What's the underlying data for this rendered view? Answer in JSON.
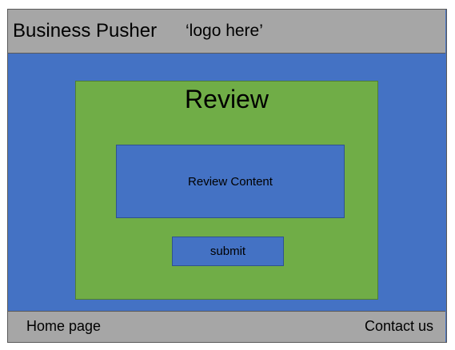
{
  "header": {
    "brand": "Business Pusher",
    "logo_placeholder": "‘logo here’"
  },
  "review": {
    "title": "Review",
    "content_label": "Review Content",
    "submit_label": "submit"
  },
  "footer": {
    "home_link": "Home page",
    "contact_link": "Contact us"
  },
  "colors": {
    "header_footer_gray": "#a6a6a6",
    "background_blue": "#4472c4",
    "panel_green": "#70ad47",
    "border_dark": "#5a5a5a"
  }
}
